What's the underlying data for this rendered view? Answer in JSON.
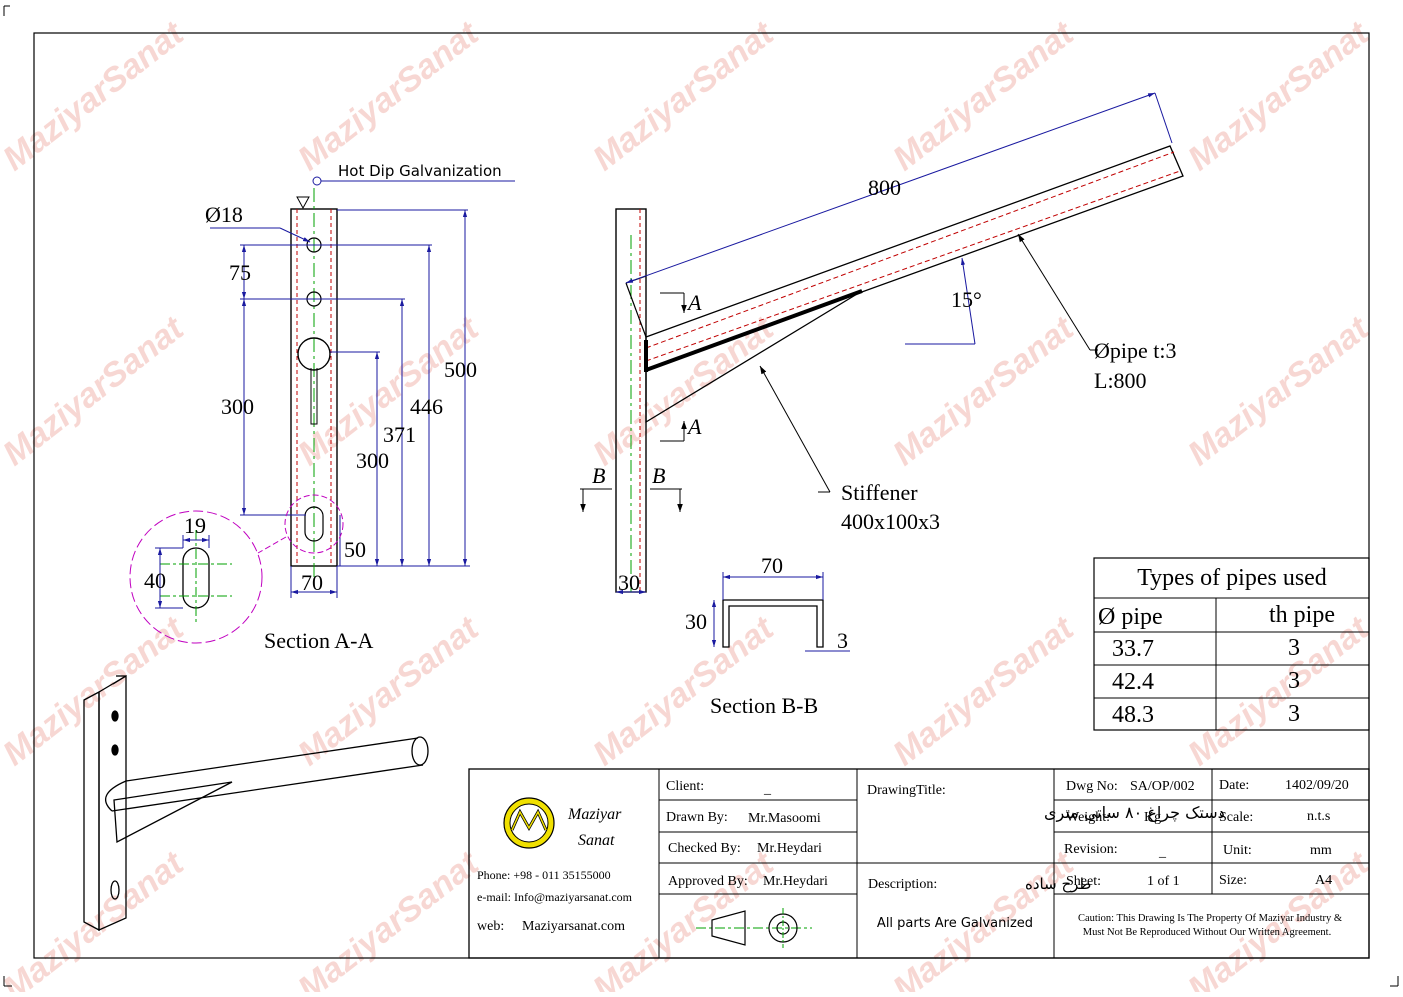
{
  "watermark": "MaziyarSanat",
  "colors": {
    "line": "#000000",
    "dim": "#1a1aa0",
    "center": "#00a000",
    "hidden": "#c00000",
    "detail": "#c000c0",
    "logo_yellow": "#f0e000",
    "watermark": "#f2b8b0"
  },
  "galvanization_note": "Hot Dip Galvanization",
  "section_aa": {
    "title": "Section A-A",
    "hole_dia": "Ø18",
    "dims": {
      "d75": "75",
      "d300_left": "300",
      "d300_right": "300",
      "d371": "371",
      "d446": "446",
      "d500": "500",
      "d50": "50",
      "d70": "70"
    },
    "detail": {
      "w": "19",
      "h": "40"
    }
  },
  "side_view": {
    "length": "800",
    "angle": "15°",
    "section_mark_a": "A",
    "section_mark_b": "B",
    "width": "30",
    "pipe_label_1": "Øpipe t:3",
    "pipe_label_2": "L:800",
    "stiffener_label_1": "Stiffener",
    "stiffener_label_2": "400x100x3"
  },
  "section_bb": {
    "title": "Section B-B",
    "w": "70",
    "h": "30",
    "t": "3"
  },
  "pipes_table": {
    "title": "Types of pipes used",
    "headers": [
      "Ø pipe",
      "th pipe"
    ],
    "rows": [
      [
        "33.7",
        "3"
      ],
      [
        "42.4",
        "3"
      ],
      [
        "48.3",
        "3"
      ]
    ]
  },
  "title_block": {
    "company_line1": "Maziyar",
    "company_line2": "Sanat",
    "phone": "Phone: +98 - 011 35155000",
    "email": "e-mail:  Info@maziyarsanat.com",
    "web_label": "web:",
    "web": "Maziyarsanat.com",
    "client_label": "Client:",
    "client": "_",
    "drawn_label": "Drawn By:",
    "drawn": "Mr.Masoomi",
    "checked_label": "Checked By:",
    "checked": "Mr.Heydari",
    "approved_label": "Approved By:",
    "approved": "Mr.Heydari",
    "drawing_title_label": "DrawingTitle:",
    "drawing_title": "دستک چراغ ۸۰ ساتی متری",
    "description_label": "Description:",
    "description": "طرح ساده",
    "galvanized_note": "All parts Are Galvanized",
    "dwg_label": "Dwg No:",
    "dwg": "SA/OP/002",
    "weight_label": "Weight:",
    "weight": "Kg",
    "revision_label": "Revision:",
    "revision": "_",
    "sheet_label": "Sheet:",
    "sheet": "1 of 1",
    "date_label": "Date:",
    "date": "1402/09/20",
    "scale_label": "Scale:",
    "scale": "n.t.s",
    "unit_label": "Unit:",
    "unit": "mm",
    "size_label": "Size:",
    "size": "A4",
    "caution_1": "Caution: This Drawing Is The Property Of Maziyar Industry &",
    "caution_2": "Must Not Be Reproduced Without Our Written Agreement."
  }
}
